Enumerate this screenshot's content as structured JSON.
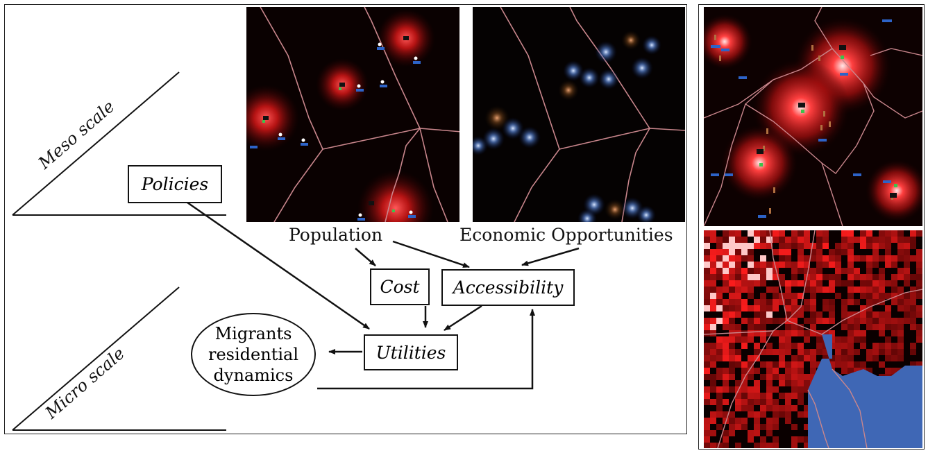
{
  "labels": {
    "meso_scale": "Meso scale",
    "micro_scale": "Micro scale",
    "population": "Population",
    "economic_opportunities": "Economic Opportunities"
  },
  "boxes": {
    "policies": "Policies",
    "cost": "Cost",
    "accessibility": "Accessibility",
    "utilities": "Utilities"
  },
  "ellipse": {
    "line1": "Migrants",
    "line2": "residential",
    "line3": "dynamics"
  },
  "colors": {
    "population_glow": "#ff2a2a",
    "opportunity_glow": "#8fb4ff",
    "border_lines": "#c9868c",
    "sea": "#3f67b5",
    "background_dark": "#050000"
  },
  "icons": {
    "settlement": "factory-icon",
    "migrant": "person-icon"
  }
}
